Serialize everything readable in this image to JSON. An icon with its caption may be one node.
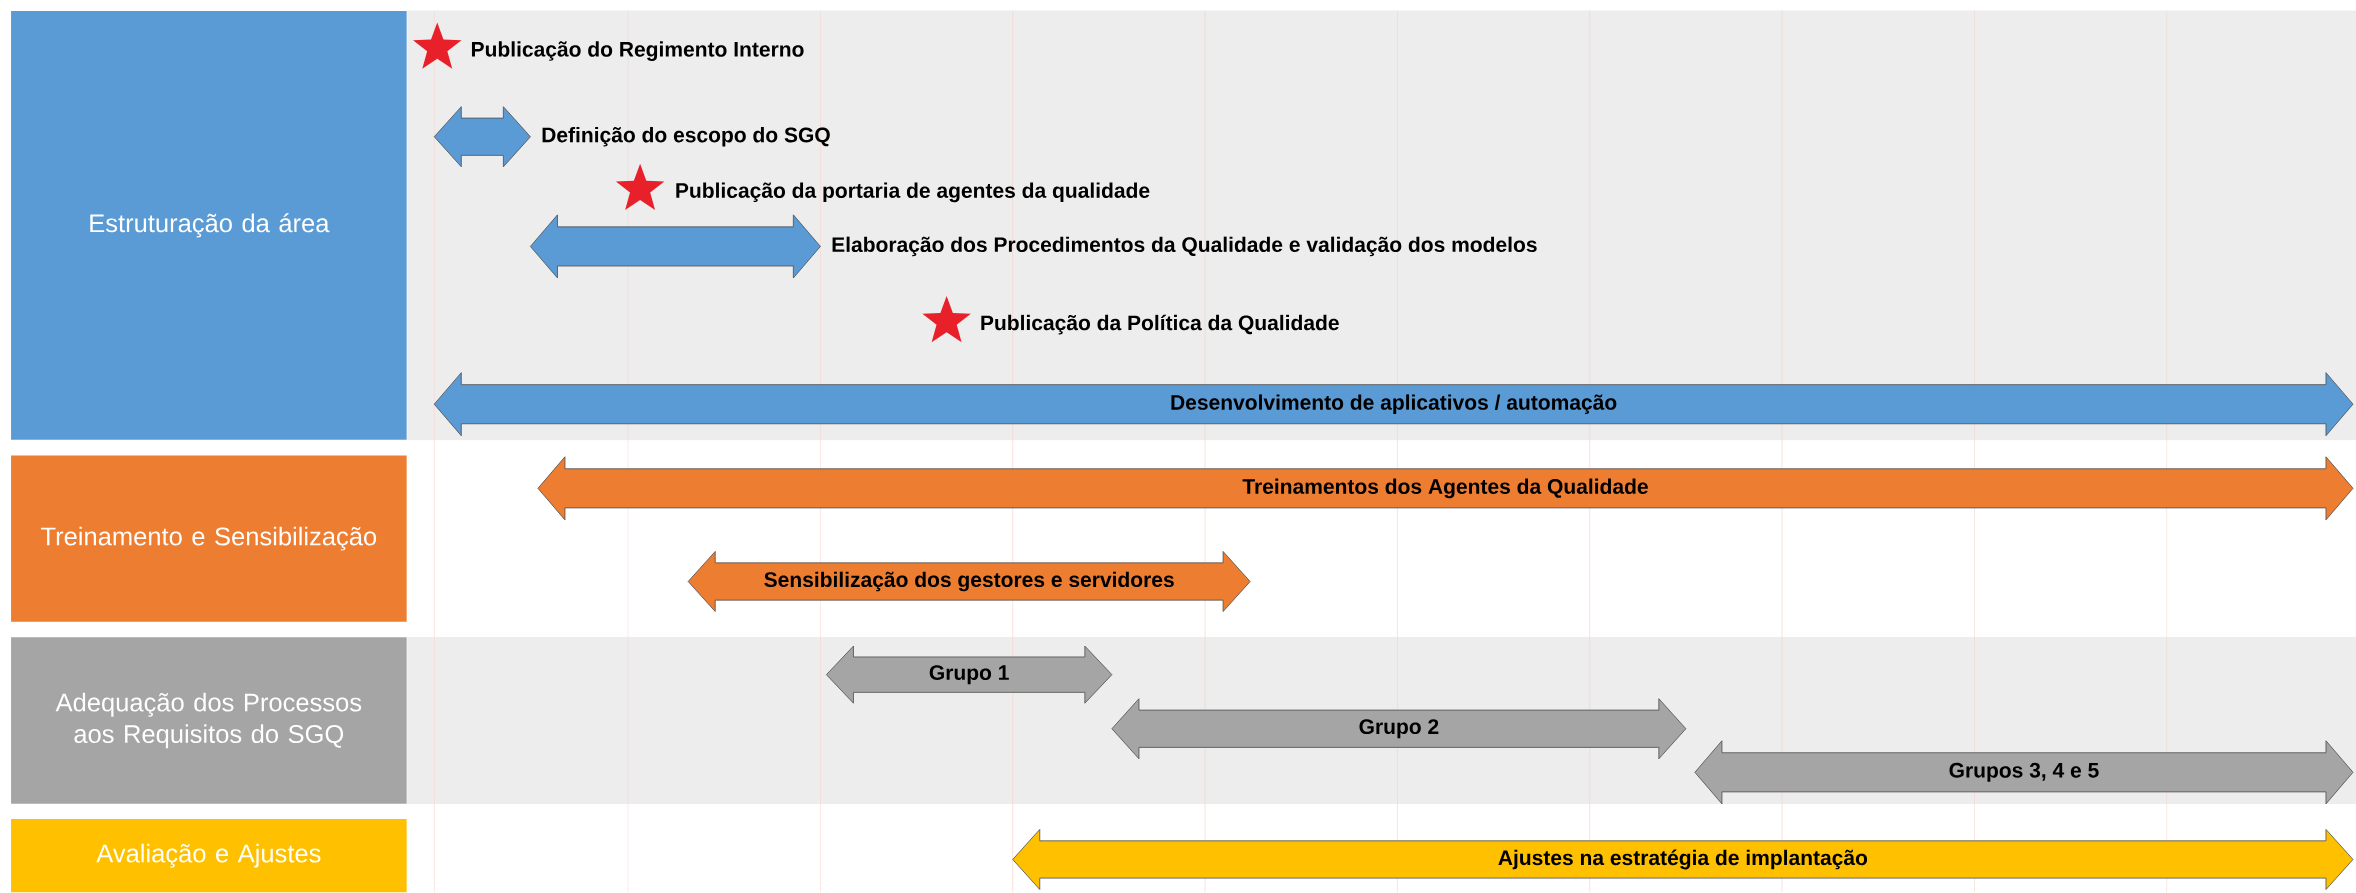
{
  "diagram": {
    "nodes": [
      {
        "text": [
          "Estruturação da área"
        ]
      },
      {
        "text": [],
        "shape": "star",
        "beside": [
          "Publicação do Regimento Interno"
        ]
      },
      {
        "text": [],
        "shape": "bar",
        "beside": [
          "Definição do escopo do SGQ"
        ]
      },
      {
        "text": [],
        "shape": "star",
        "beside": [
          "Publicação da portaria de agentes da qualidade"
        ]
      },
      {
        "text": [],
        "shape": "bar",
        "beside": [
          "Elaboração dos Procedimentos da Qualidade e validação dos modelos"
        ]
      },
      {
        "text": [],
        "shape": "star",
        "beside": [
          "Publicação da Política da Qualidade"
        ]
      },
      {
        "text": [
          "Desenvolvimento de aplicativos / automação"
        ]
      },
      {
        "text": [
          "Treinamento e Sensibilização"
        ]
      },
      {
        "text": [
          "Treinamentos dos Agentes da Qualidade"
        ]
      },
      {
        "text": [
          "Sensibilização dos gestores e servidores"
        ]
      },
      {
        "text": [
          "Adequação dos Processos aos Requisitos do SGQ"
        ]
      },
      {
        "text": [
          "Grupo 1"
        ]
      },
      {
        "text": [
          "Grupo 2"
        ]
      },
      {
        "text": [
          "Grupos 3, 4 e 5"
        ]
      },
      {
        "text": [
          "Avaliação e Ajustes"
        ]
      },
      {
        "text": [
          "Ajustes na estratégia de implantação"
        ]
      }
    ]
  }
}
